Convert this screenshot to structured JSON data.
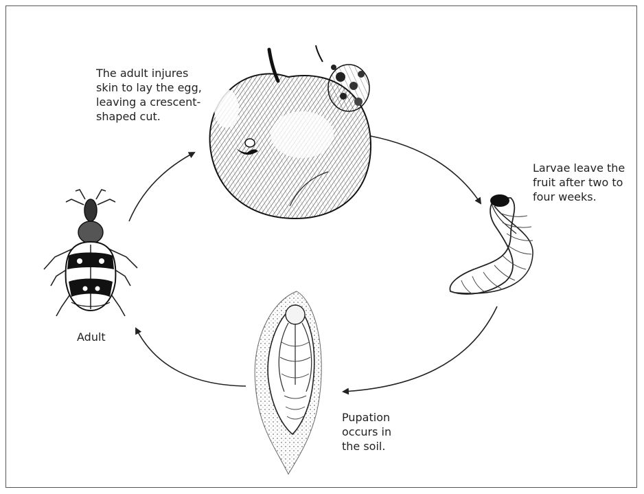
{
  "diagram": {
    "type": "life-cycle",
    "stages": [
      {
        "id": "egg",
        "illustration": "apple-with-egg-scar",
        "caption": "The adult injures\nskin to lay the egg,\nleaving a crescent-\nshaped cut."
      },
      {
        "id": "larva",
        "illustration": "larva",
        "caption": "Larvae leave the\nfruit after two to\nfour weeks."
      },
      {
        "id": "pupa",
        "illustration": "pupa-in-soil",
        "caption": "Pupation\noccurs in\nthe soil."
      },
      {
        "id": "adult",
        "illustration": "adult-weevil",
        "caption": "Adult"
      }
    ],
    "arrows": [
      {
        "from": "egg",
        "to": "larva"
      },
      {
        "from": "larva",
        "to": "pupa"
      },
      {
        "from": "pupa",
        "to": "adult"
      },
      {
        "from": "adult",
        "to": "egg"
      }
    ]
  },
  "colors": {
    "ink": "#222222",
    "frame": "#555555"
  }
}
